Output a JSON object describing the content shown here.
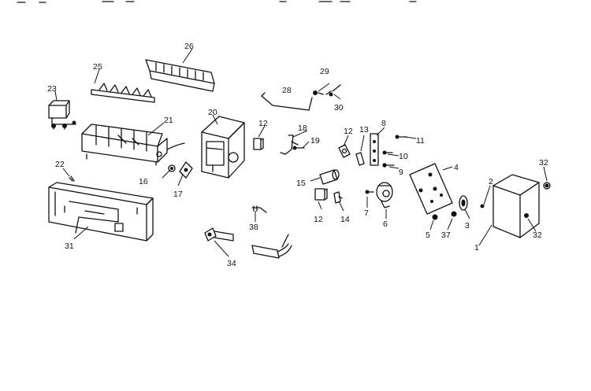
{
  "callouts": {
    "c1": "1",
    "c2": "2",
    "c3": "3",
    "c4": "4",
    "c5": "5",
    "c6": "6",
    "c7": "7",
    "c8": "8",
    "c9": "9",
    "c10": "10",
    "c11": "11",
    "c12a": "12",
    "c12b": "12",
    "c12c": "12",
    "c13": "13",
    "c14": "14",
    "c15": "15",
    "c16": "16",
    "c17": "17",
    "c18": "18",
    "c19": "19",
    "c20": "20",
    "c21": "21",
    "c22": "22",
    "c23": "23",
    "c25": "25",
    "c26": "26",
    "c28": "28",
    "c29": "29",
    "c30": "30",
    "c31": "31",
    "c32a": "32",
    "c32b": "32",
    "c34": "34",
    "c37": "37",
    "c38": "38"
  }
}
